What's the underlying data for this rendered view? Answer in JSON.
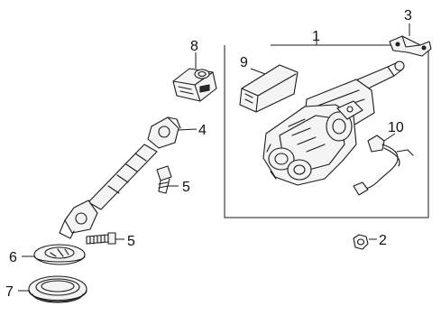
{
  "diagram": {
    "callouts": {
      "c1": "1",
      "c2": "2",
      "c3": "3",
      "c4": "4",
      "c5a": "5",
      "c5b": "5",
      "c6": "6",
      "c7": "7",
      "c8": "8",
      "c9": "9",
      "c10": "10"
    }
  }
}
